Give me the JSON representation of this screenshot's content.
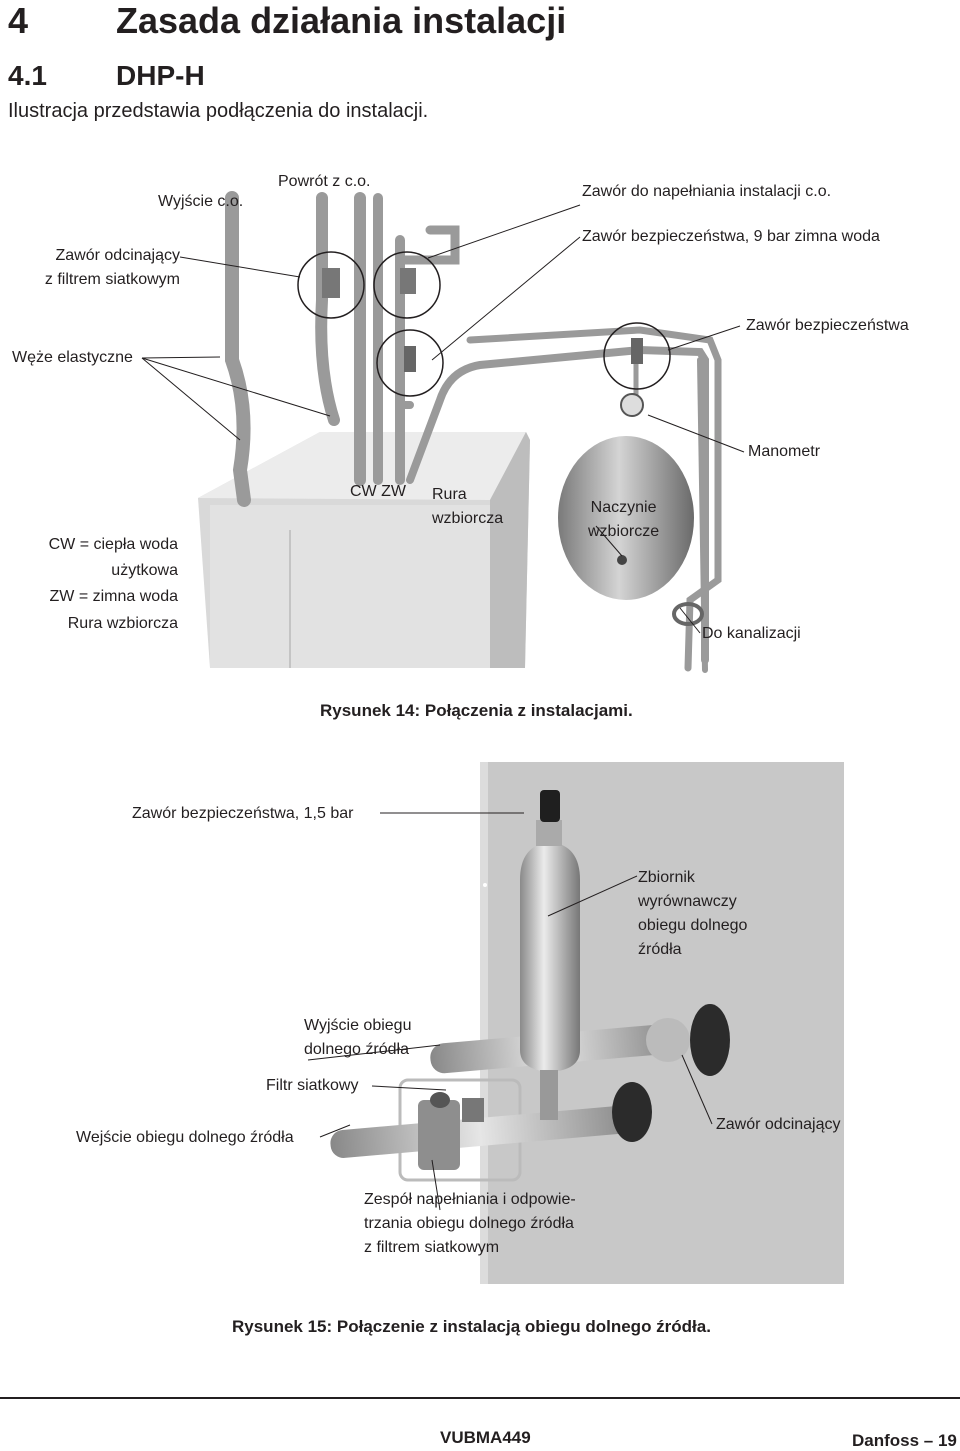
{
  "heading": {
    "number": "4",
    "title": "Zasada działania instalacji"
  },
  "subheading": {
    "number": "4.1",
    "title": "DHP-H"
  },
  "intro": "Ilustracja przedstawia podłączenia do instalacji.",
  "figure14": {
    "labels": {
      "wyjscie": "Wyjście c.o.",
      "powrot": "Powrót z c.o.",
      "zawor_napelniania": "Zawór do napełniania instalacji c.o.",
      "zawor_odcinajacy": "Zawór odcinający\nz filtrem siatkowym",
      "zawor_bezp_9bar": "Zawór bezpieczeństwa, 9 bar zimna woda",
      "zawor_bezp": "Zawór bezpieczeństwa",
      "weze": "Węże elastyczne",
      "manometr": "Manometr",
      "cw_zw": "CW  ZW",
      "rura_wzbiorcza_inner": "Rura\nwzbiorcza",
      "naczynie": "Naczynie\nwzbiorcze",
      "legend": "CW = ciepła woda\nużytkowa\nZW = zimna woda",
      "rura_wzbiorcza": "Rura wzbiorcza",
      "kanalizacja": "Do kanalizacji"
    },
    "caption": "Rysunek 14: Połączenia z instalacjami."
  },
  "figure15": {
    "labels": {
      "zawor_bezp_15": "Zawór bezpieczeństwa, 1,5 bar",
      "zbiornik": "Zbiornik\nwyrównawczy\nobiegu dolnego\nźródła",
      "wyjscie_obiegu": "Wyjście obiegu\ndolnego źródła",
      "filtr": "Filtr siatkowy",
      "wejscie_obiegu": "Wejście obiegu dolnego źródła",
      "zawor_odcinajacy": "Zawór odcinający",
      "zespol": "Zespół napełniania i odpowie-\ntrzania obiegu dolnego źródła\nz filtrem siatkowym"
    },
    "caption": "Rysunek 15: Połączenie z instalacją obiegu dolnego źródła."
  },
  "footer": {
    "doc_code": "VUBMA449",
    "brand_page": "Danfoss – 19"
  }
}
